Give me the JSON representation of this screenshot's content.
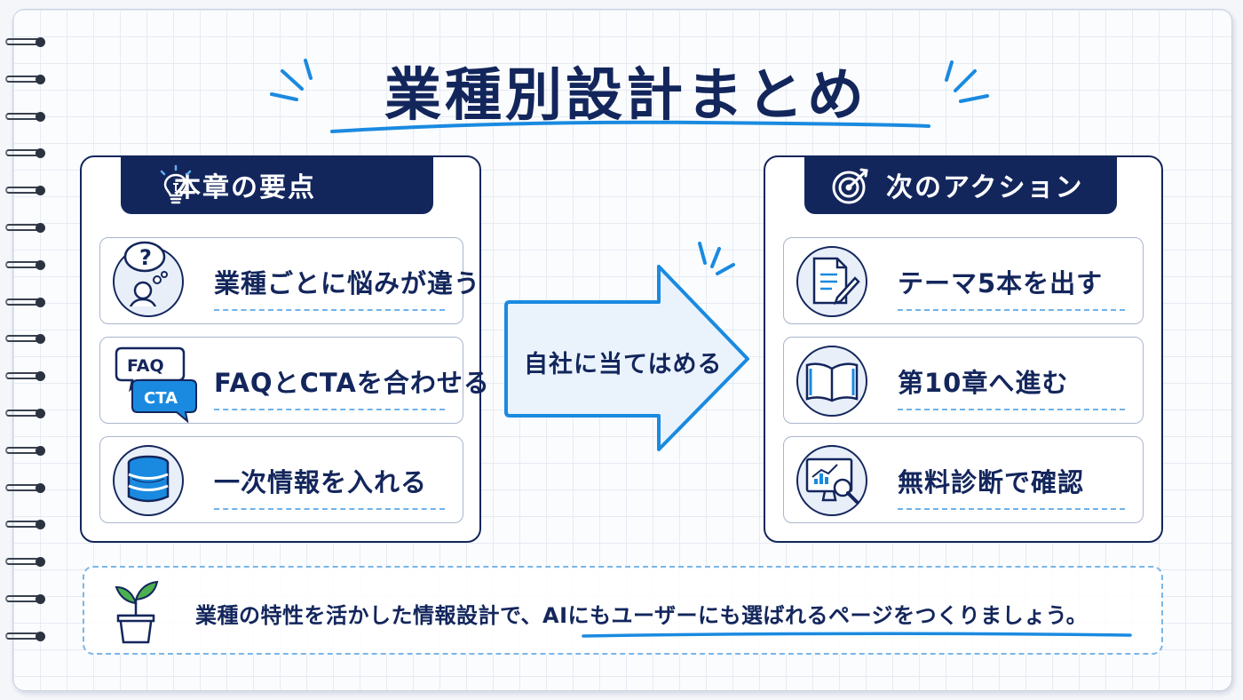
{
  "title": "業種別設計まとめ",
  "left_panel": {
    "heading": "本章の要点",
    "heading_icon": "lightbulb-icon",
    "items": [
      {
        "label": "業種ごとに悩みが違う",
        "icon": "person-question-icon"
      },
      {
        "label": "FAQとCTAを合わせる",
        "icon": "faq-cta-bubbles-icon",
        "icon_text": [
          "FAQ",
          "CTA"
        ]
      },
      {
        "label": "一次情報を入れる",
        "icon": "database-icon"
      }
    ]
  },
  "arrow": {
    "label": "自社に当てはめる"
  },
  "right_panel": {
    "heading": "次のアクション",
    "heading_icon": "target-icon",
    "items": [
      {
        "label": "テーマ5本を出す",
        "icon": "document-pencil-icon"
      },
      {
        "label": "第10章へ進む",
        "icon": "open-book-icon"
      },
      {
        "label": "無料診断で確認",
        "icon": "monitor-analysis-icon"
      }
    ]
  },
  "footer": {
    "message": "業種の特性を活かした情報設計で、AIにもユーザーにも選ばれるページをつくりましょう。",
    "icon": "sprout-pot-icon"
  },
  "colors": {
    "navy": "#13265c",
    "accent_blue": "#1a8ae0",
    "light_blue": "#e8eff9"
  }
}
